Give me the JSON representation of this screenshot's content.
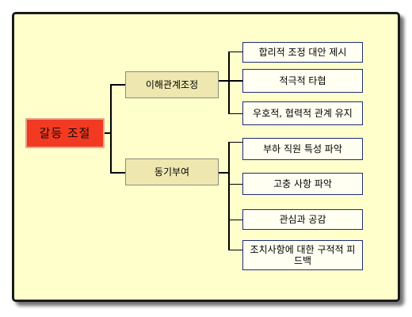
{
  "root": {
    "label": "갈등 조절"
  },
  "branches": [
    {
      "label": "이해관계조정",
      "items": [
        "합리적 조정 대안 제시",
        "적극적 타협",
        "우호적, 협력적 관계 유지"
      ]
    },
    {
      "label": "동기부여",
      "items": [
        "부하 직원 특성 파악",
        "고충 사항 파악",
        "관심과 공감",
        "조치사항에 대한 구적적 피드백"
      ]
    }
  ]
}
